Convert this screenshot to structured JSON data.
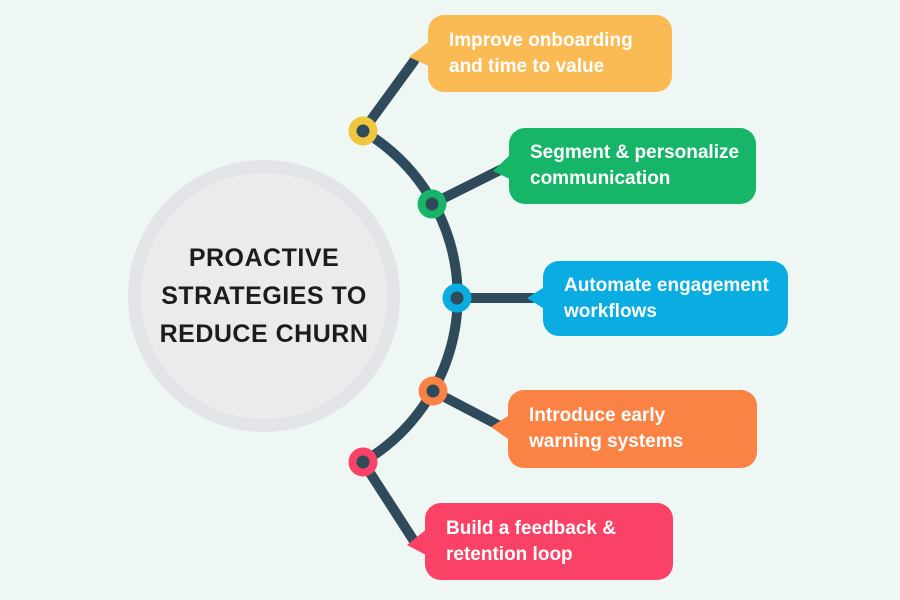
{
  "canvas": {
    "background": "#EFF7F5"
  },
  "center": {
    "title_line1": "PROACTIVE",
    "title_line2": "STRATEGIES TO",
    "title_line3": "REDUCE CHURN",
    "circle_fill": "#EBEBEE",
    "circle_ring": "#E3E4E7"
  },
  "connector": {
    "color": "#2F4A5B"
  },
  "items": [
    {
      "line1": "Improve onboarding",
      "line2": "and time to value",
      "bubble_color": "#FABB55",
      "dot_color": "#EEC73F"
    },
    {
      "line1": "Segment & personalize",
      "line2": "communication",
      "bubble_color": "#16B567",
      "dot_color": "#16B567"
    },
    {
      "line1": "Automate engagement",
      "line2": "workflows",
      "bubble_color": "#09ADE2",
      "dot_color": "#09ADE2"
    },
    {
      "line1": "Introduce early",
      "line2": "warning systems",
      "bubble_color": "#FB8245",
      "dot_color": "#FB8245"
    },
    {
      "line1": "Build a feedback &",
      "line2": "retention loop",
      "bubble_color": "#FA4166",
      "dot_color": "#FA4166"
    }
  ]
}
